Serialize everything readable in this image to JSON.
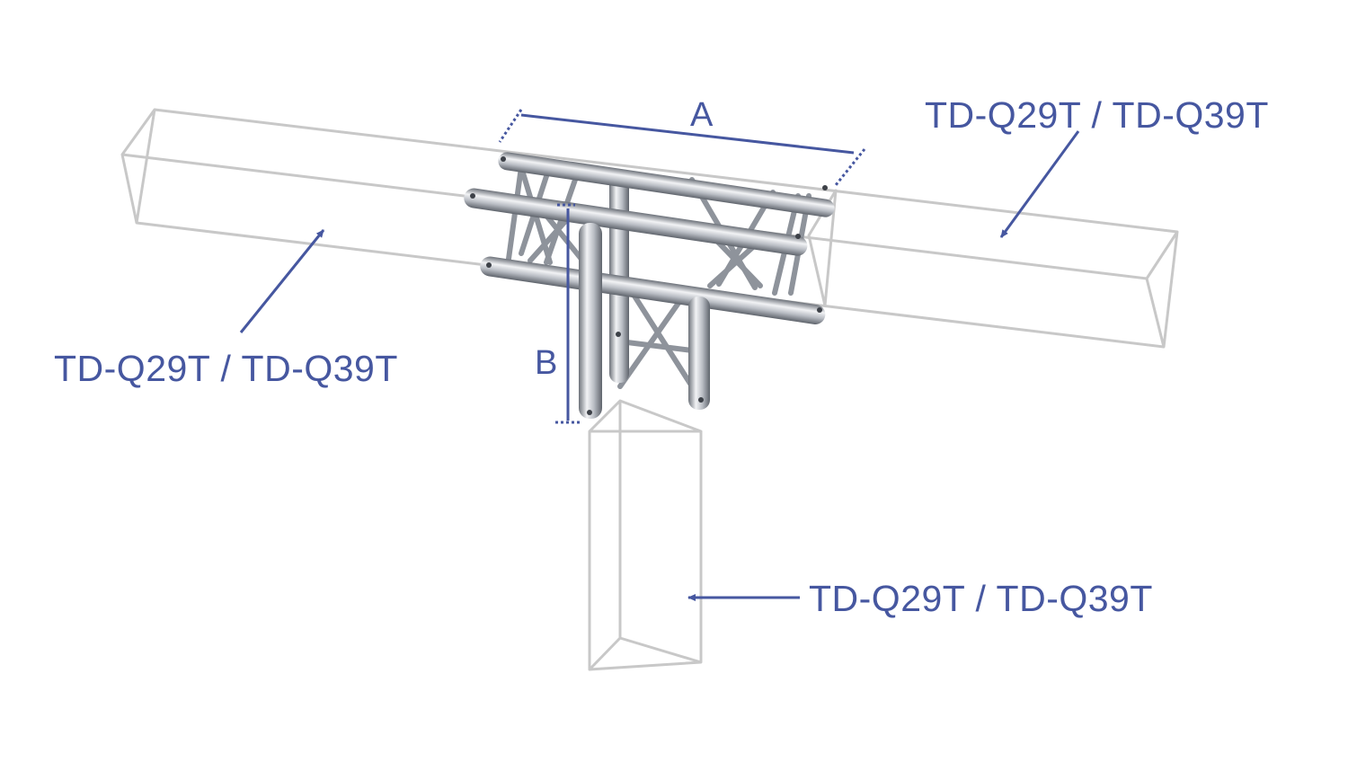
{
  "labels": {
    "part_upper_right": "TD-Q29T / TD-Q39T",
    "part_left": "TD-Q29T / TD-Q39T",
    "part_bottom": "TD-Q29T / TD-Q39T",
    "dimension_a": "A",
    "dimension_b": "B"
  },
  "colors": {
    "annotation": "#4657a0",
    "ghost_truss_outline": "#c8c8c8",
    "tube_light": "#f2f3f5",
    "tube_mid": "#b9bdc4",
    "tube_dark": "#6d727a"
  },
  "icons": {
    "arrow_marker": "arrowhead"
  }
}
